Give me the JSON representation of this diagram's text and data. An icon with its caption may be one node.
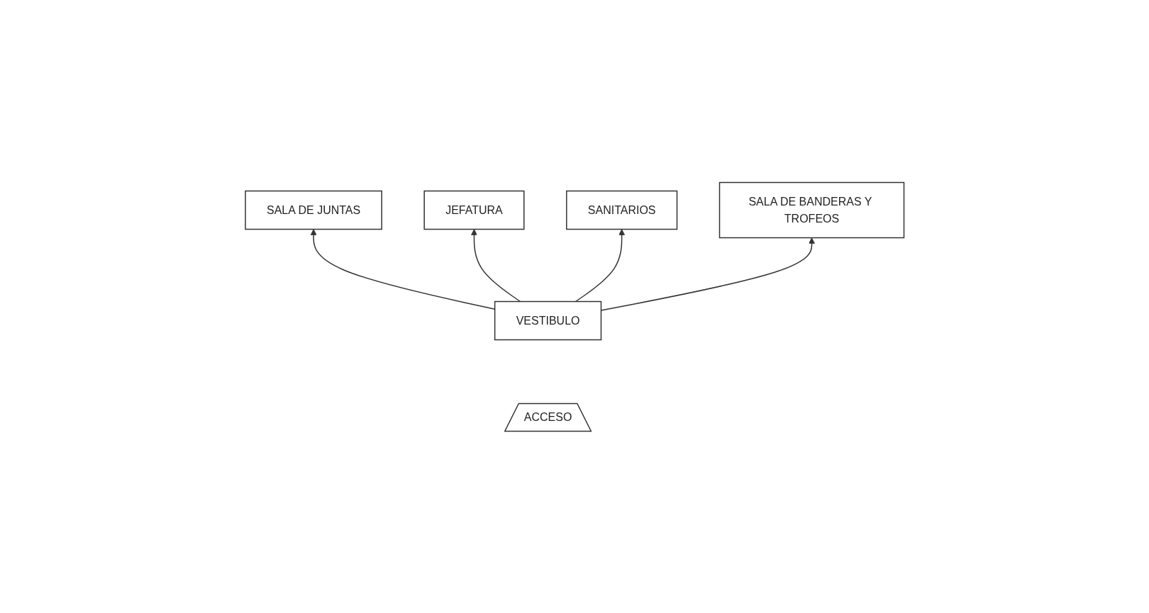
{
  "diagram": {
    "nodes": [
      {
        "text": [
          "SALA DE JUNTAS"
        ]
      },
      {
        "text": [
          "JEFATURA"
        ]
      },
      {
        "text": [
          "SANITARIOS"
        ]
      },
      {
        "text": [
          "VESTIBULO"
        ]
      },
      {
        "text": [
          "SALA DE BANDERAS Y TROFEOS"
        ]
      },
      {
        "text": [
          "ACCESO"
        ]
      }
    ],
    "edges": [
      {
        "from": 3,
        "to": 0,
        "arrow": "to"
      },
      {
        "from": 3,
        "to": 1,
        "arrow": "to"
      },
      {
        "from": 3,
        "to": 2,
        "arrow": "to"
      },
      {
        "from": 3,
        "to": 4,
        "arrow": "to"
      }
    ]
  }
}
